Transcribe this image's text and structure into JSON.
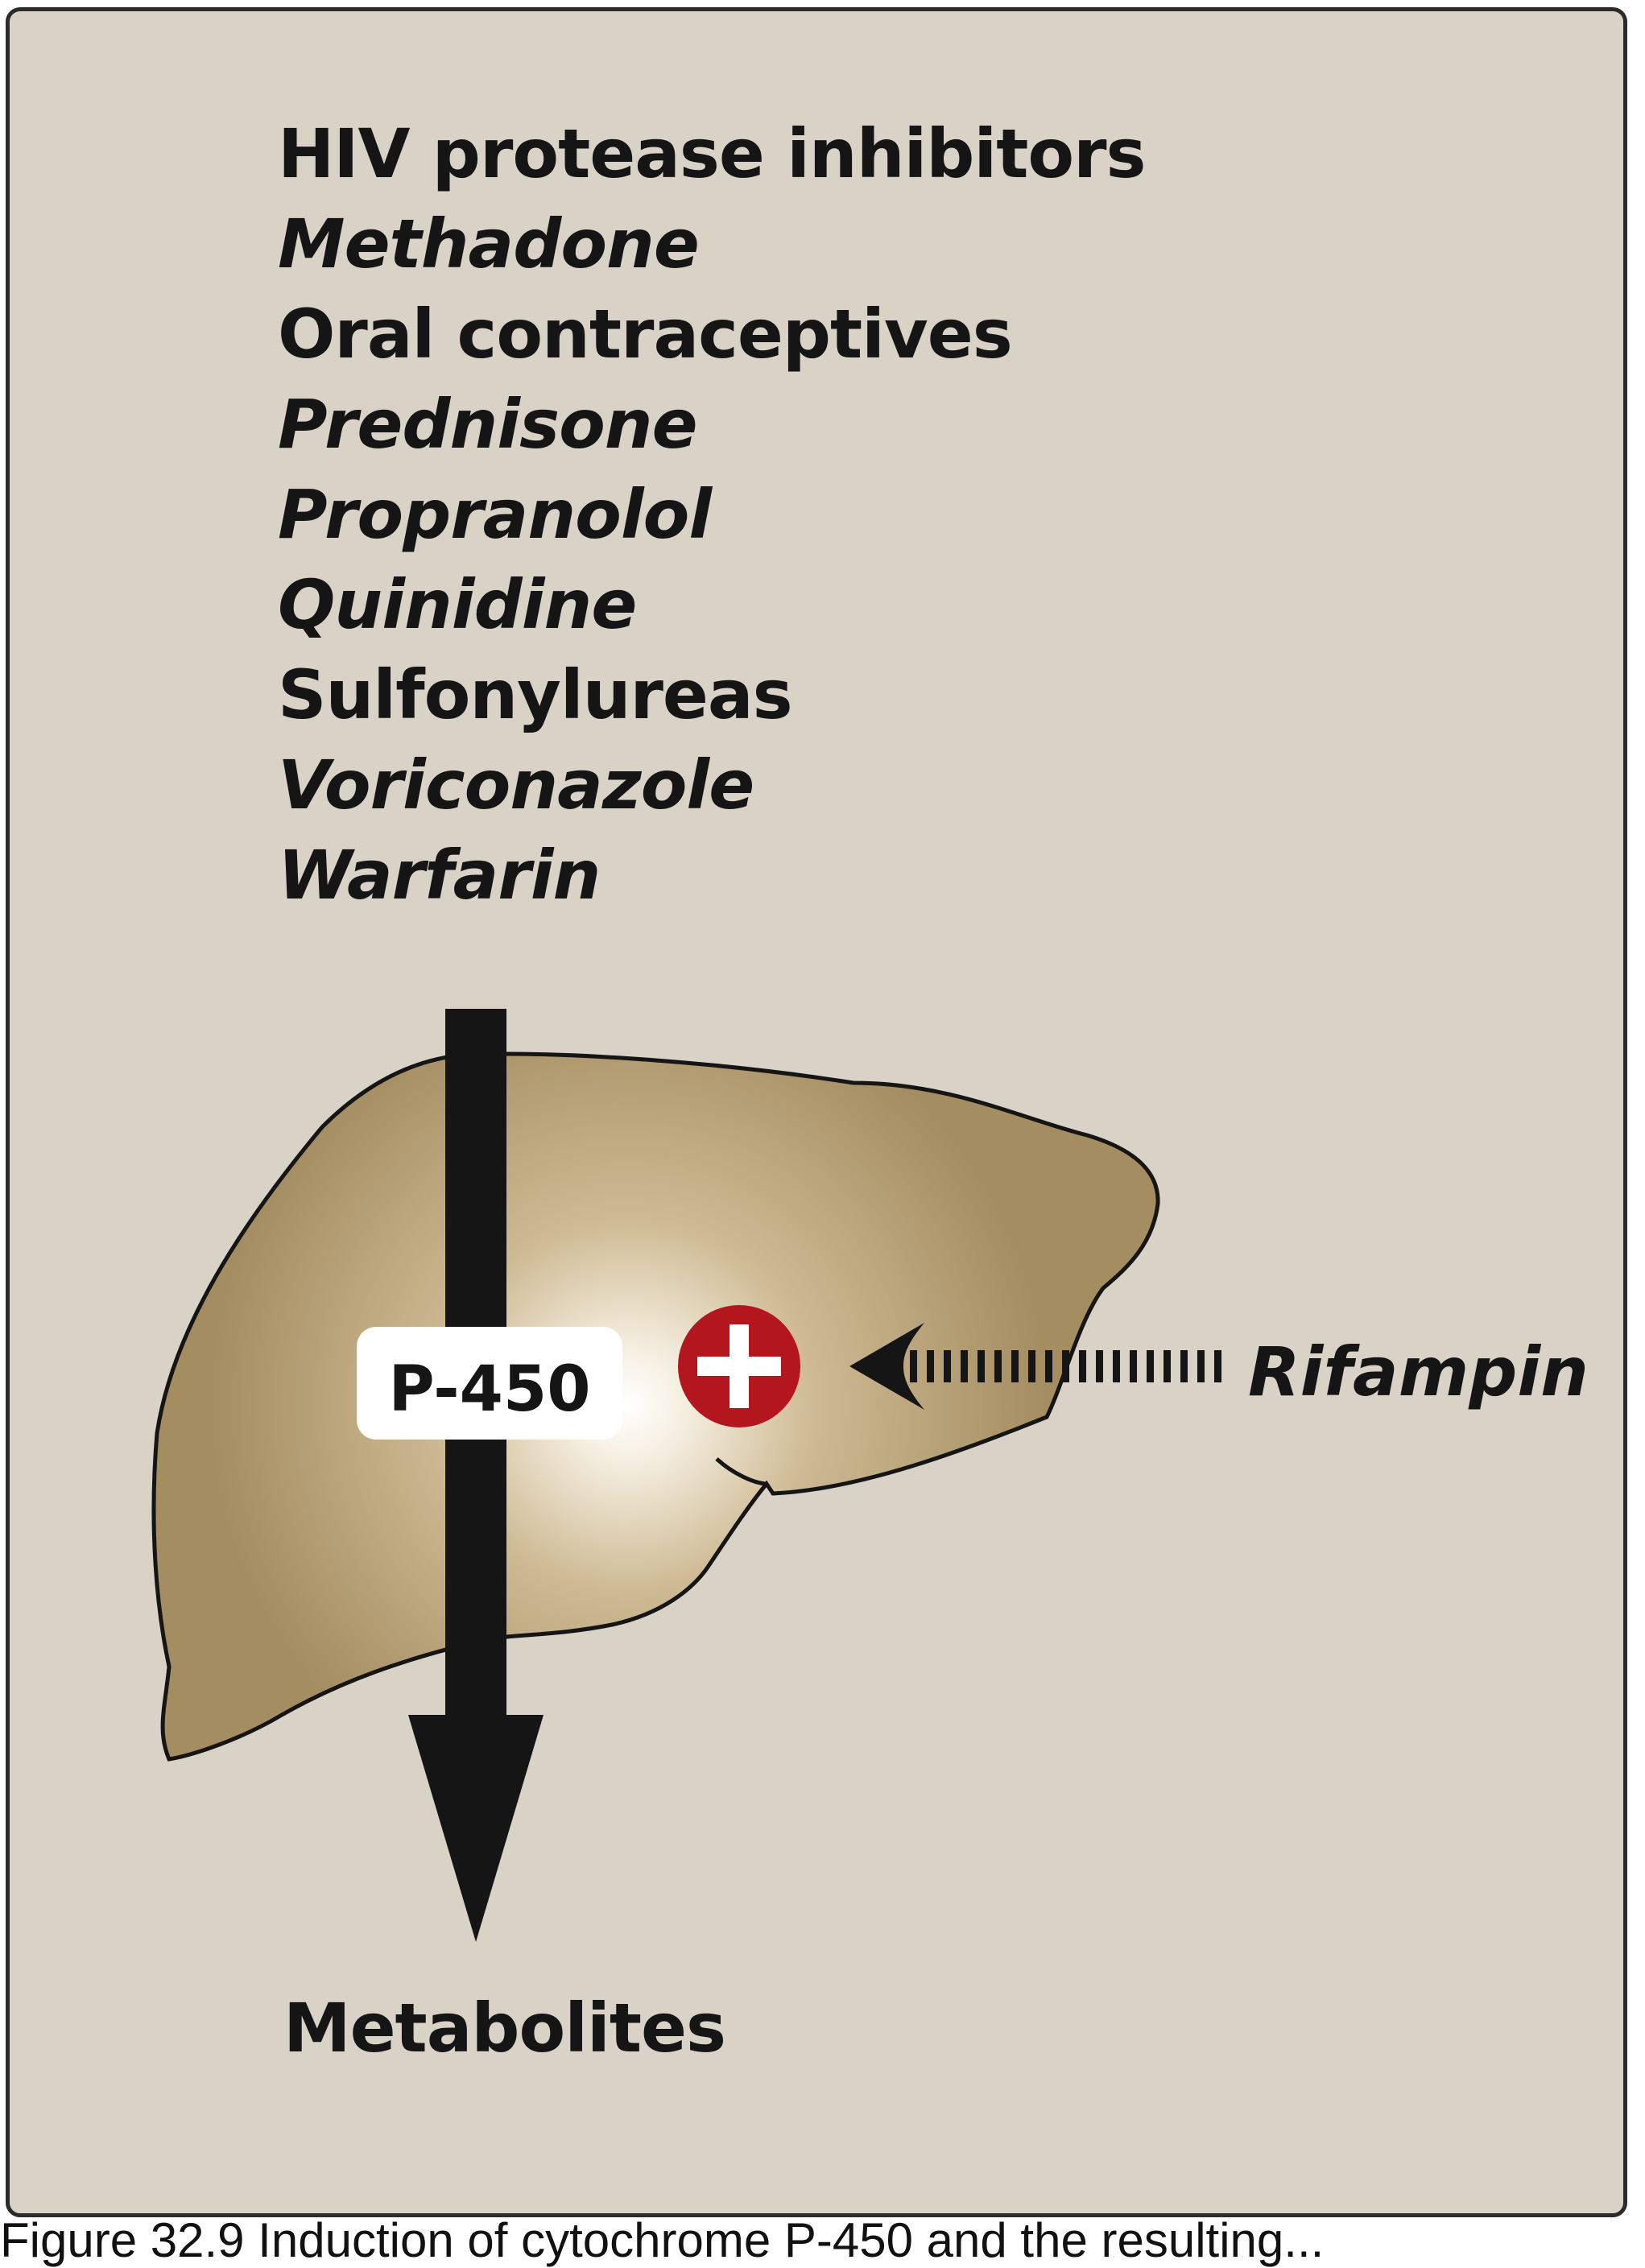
{
  "drugs": [
    {
      "label": "HIV protease inhibitors",
      "italic": false
    },
    {
      "label": "Methadone",
      "italic": true
    },
    {
      "label": "Oral contraceptives",
      "italic": false
    },
    {
      "label": "Prednisone",
      "italic": true
    },
    {
      "label": "Propranolol",
      "italic": true
    },
    {
      "label": "Quinidine",
      "italic": true
    },
    {
      "label": "Sulfonylureas",
      "italic": false
    },
    {
      "label": "Voriconazole",
      "italic": true
    },
    {
      "label": "Warfarin",
      "italic": true
    }
  ],
  "enzyme_label": "P-450",
  "inducer_label": "Rifampin",
  "induction_sign": "+",
  "product_label": "Metabolites",
  "caption": "Figure 32.9 Induction of cytochrome P-450 and the resulting...",
  "colors": {
    "background": "#d9d2c7",
    "liver": "#a58d62",
    "arrow": "#151515",
    "induction_badge": "#b3161d",
    "label_box": "#ffffff"
  },
  "icons": {
    "organ": "liver-icon",
    "induction": "plus-icon"
  }
}
